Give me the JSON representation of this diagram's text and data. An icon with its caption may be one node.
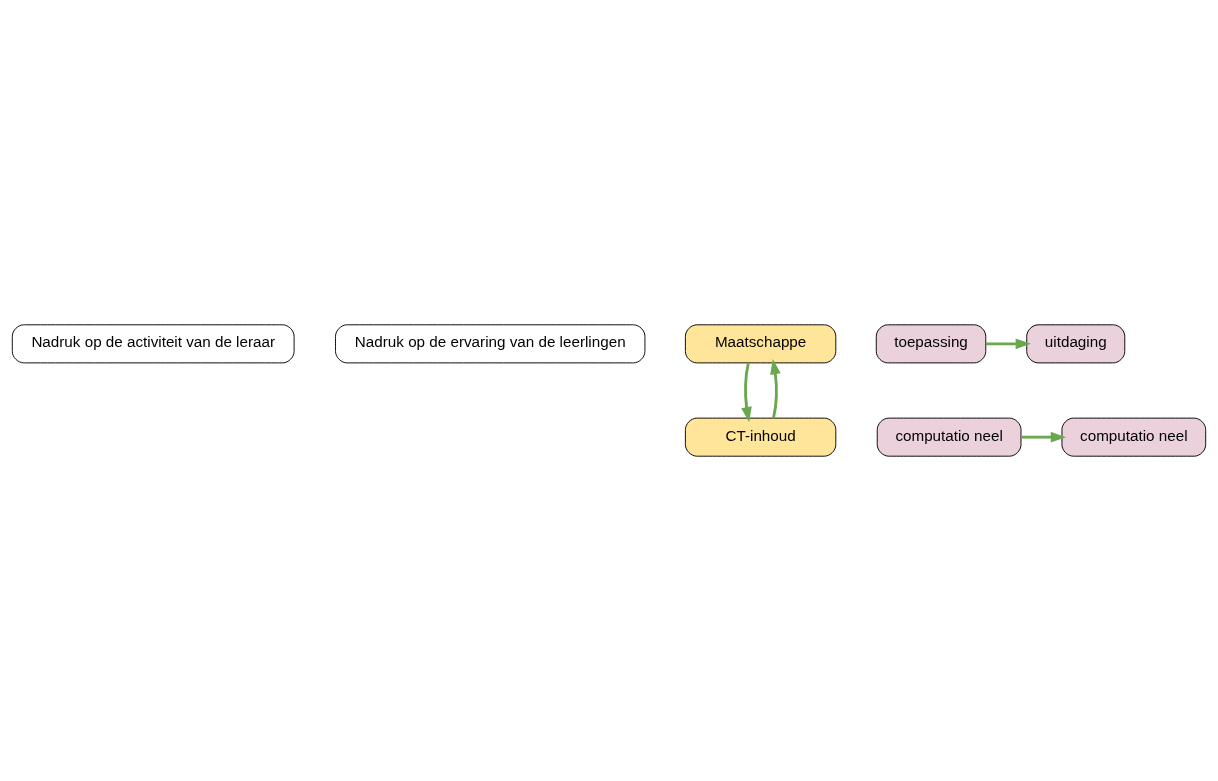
{
  "diagram": {
    "nodes": [
      {
        "text": [
          "Nadruk op de activiteit van de leraar"
        ]
      },
      {
        "text": [
          "Nadruk op de ervaring van de leerlingen"
        ]
      },
      {
        "text": [
          "Maatschappe"
        ]
      },
      {
        "text": [
          "CT-inhoud"
        ]
      },
      {
        "text": [
          "uitdaging"
        ]
      },
      {
        "text": [
          "toepassing"
        ]
      },
      {
        "text": [
          "computatio neel"
        ]
      },
      {
        "text": [
          "computatio neel"
        ]
      }
    ],
    "edges": [
      {
        "from": 5,
        "to": 4,
        "arrow": "to"
      },
      {
        "from": 2,
        "to": 3,
        "arrow": "to"
      },
      {
        "from": 6,
        "to": 7,
        "arrow": "to"
      },
      {
        "from": 3,
        "to": 2,
        "arrow": "to"
      }
    ]
  }
}
